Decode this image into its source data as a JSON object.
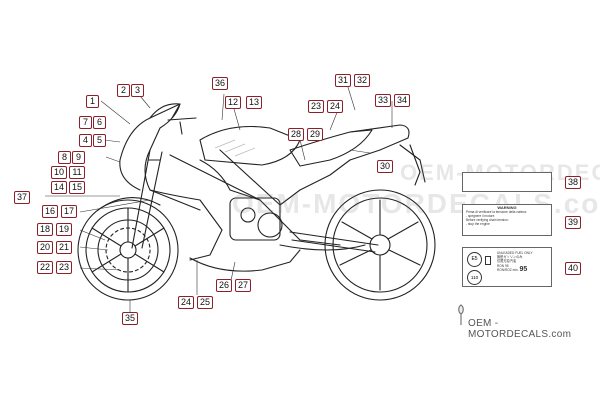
{
  "callouts": [
    {
      "id": "c1",
      "text": "1"
    },
    {
      "id": "c2",
      "text": "2"
    },
    {
      "id": "c3",
      "text": "3"
    },
    {
      "id": "c4",
      "text": "4"
    },
    {
      "id": "c5",
      "text": "5"
    },
    {
      "id": "c6",
      "text": "6"
    },
    {
      "id": "c7",
      "text": "7"
    },
    {
      "id": "c8",
      "text": "8"
    },
    {
      "id": "c9",
      "text": "9"
    },
    {
      "id": "c10",
      "text": "10"
    },
    {
      "id": "c11",
      "text": "11"
    },
    {
      "id": "c12",
      "text": "12"
    },
    {
      "id": "c13",
      "text": "13"
    },
    {
      "id": "c14",
      "text": "14"
    },
    {
      "id": "c15",
      "text": "15"
    },
    {
      "id": "c16",
      "text": "16"
    },
    {
      "id": "c17",
      "text": "17"
    },
    {
      "id": "c18",
      "text": "18"
    },
    {
      "id": "c19",
      "text": "19"
    },
    {
      "id": "c20",
      "text": "20"
    },
    {
      "id": "c21",
      "text": "21"
    },
    {
      "id": "c22",
      "text": "22"
    },
    {
      "id": "c23",
      "text": "23"
    },
    {
      "id": "c23b",
      "text": "23"
    },
    {
      "id": "c24",
      "text": "24"
    },
    {
      "id": "c24b",
      "text": "24"
    },
    {
      "id": "c25",
      "text": "25"
    },
    {
      "id": "c26",
      "text": "26"
    },
    {
      "id": "c27",
      "text": "27"
    },
    {
      "id": "c28",
      "text": "28"
    },
    {
      "id": "c29",
      "text": "29"
    },
    {
      "id": "c30",
      "text": "30"
    },
    {
      "id": "c31",
      "text": "31"
    },
    {
      "id": "c32",
      "text": "32"
    },
    {
      "id": "c33",
      "text": "33"
    },
    {
      "id": "c34",
      "text": "34"
    },
    {
      "id": "c35",
      "text": "35"
    },
    {
      "id": "c36",
      "text": "36"
    },
    {
      "id": "c37",
      "text": "37"
    },
    {
      "id": "c38",
      "text": "38"
    },
    {
      "id": "c39",
      "text": "39"
    },
    {
      "id": "c40",
      "text": "40"
    }
  ],
  "label_39": {
    "title": "WARNING",
    "line1": "Prima di verificare la tensione della catena:",
    "line2": "- spegnere il motore",
    "line3": "Before verifying chain tension:",
    "line4": "- stop the engine"
  },
  "label_40": {
    "badge_e5": "E5",
    "badge_110": "110",
    "line1": "UNLEADED FUEL ONLY",
    "line2": "無鉛ガソリンのみ",
    "line3": "仅限无铅汽油",
    "line4": "RON 95",
    "line5": "RON/ROZ min.",
    "octane": "95"
  },
  "watermark": "OEM - MOTORDECALS.com",
  "bg_watermark": "OEM-MOTORDECALS.com",
  "colors": {
    "callout_border": "#8b1f2a",
    "line": "#222222",
    "bg": "#ffffff"
  }
}
